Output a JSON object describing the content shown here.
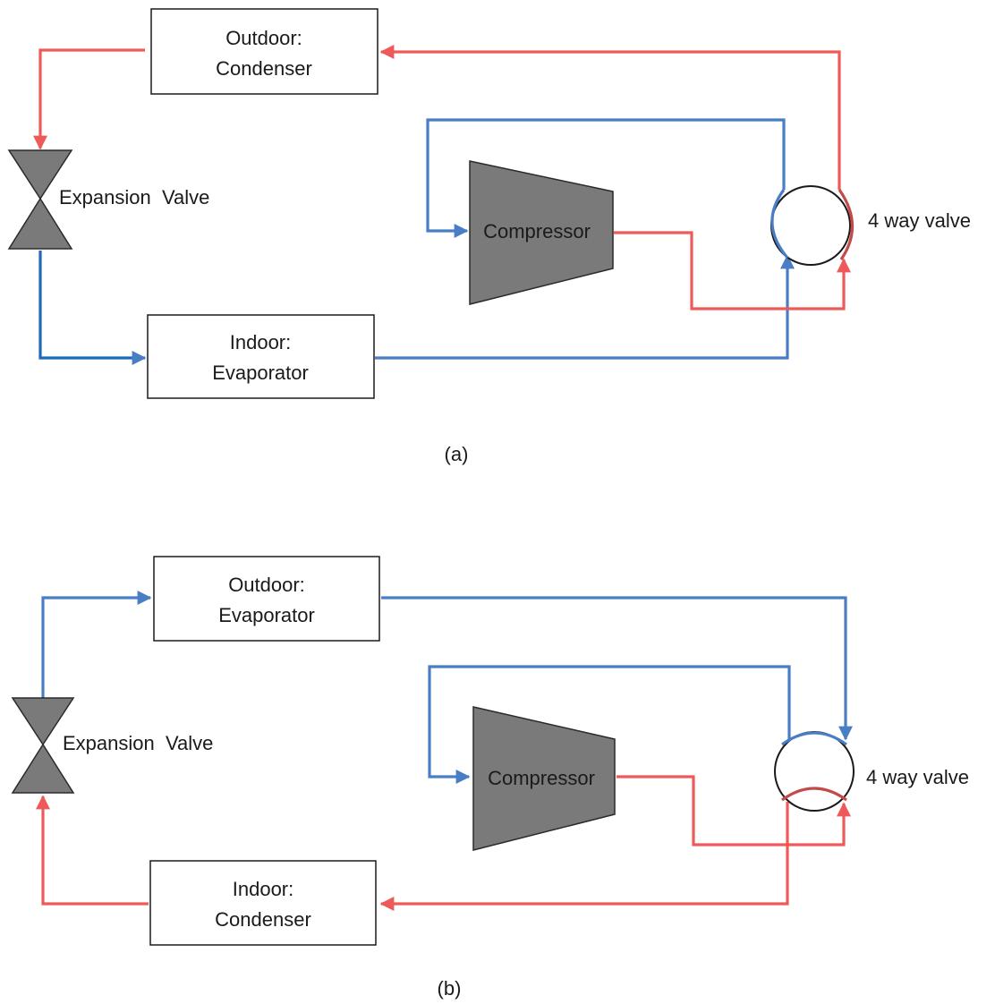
{
  "colors": {
    "hot": "#ee5a5a",
    "cold": "#4a7ec4",
    "cold_dark": "#1f6ab8",
    "valve_fill": "#7a7a7a",
    "hot_arc": "#c44a4a"
  },
  "panel_a": {
    "outdoor_line1": "Outdoor:",
    "outdoor_line2": "Condenser",
    "indoor_line1": "Indoor:",
    "indoor_line2": "Evaporator",
    "expansion_label": "Expansion  Valve",
    "compressor_label": "Compressor",
    "four_way_label": "4 way valve",
    "caption": "(a)"
  },
  "panel_b": {
    "outdoor_line1": "Outdoor:",
    "outdoor_line2": "Evaporator",
    "indoor_line1": "Indoor:",
    "indoor_line2": "Condenser",
    "expansion_label": "Expansion  Valve",
    "compressor_label": "Compressor",
    "four_way_label": "4 way valve",
    "caption": "(b)"
  }
}
